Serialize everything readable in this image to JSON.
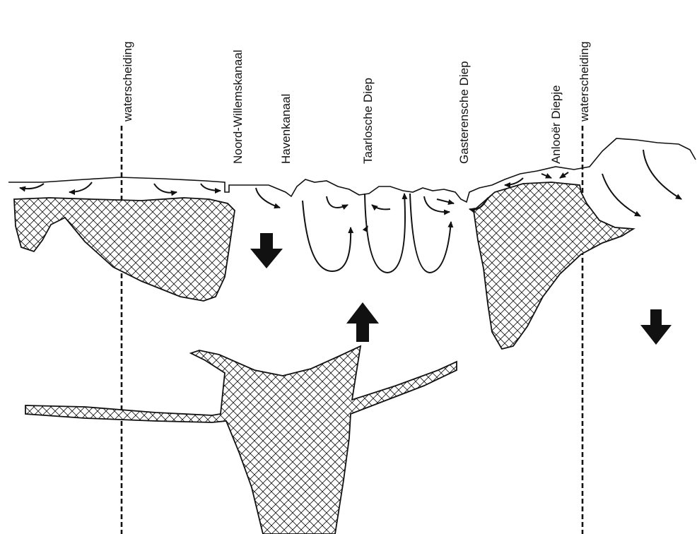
{
  "labels": {
    "watershed_left": "waterscheiding",
    "watershed_right": "waterscheiding",
    "canal_noord_willems": "Noord-Willemskanaal",
    "canal_haven": "Havenkanaal",
    "stream_taarlosche": "Taarlosche Diep",
    "stream_gasterensche": "Gasterensche Diep",
    "stream_anlooer": "Anlooër Diepje"
  },
  "icons": {
    "arrow_down": "down-arrow-icon",
    "arrow_up": "up-arrow-icon"
  },
  "colors": {
    "line": "#111111",
    "background": "#ffffff",
    "hatch": "#111111"
  }
}
